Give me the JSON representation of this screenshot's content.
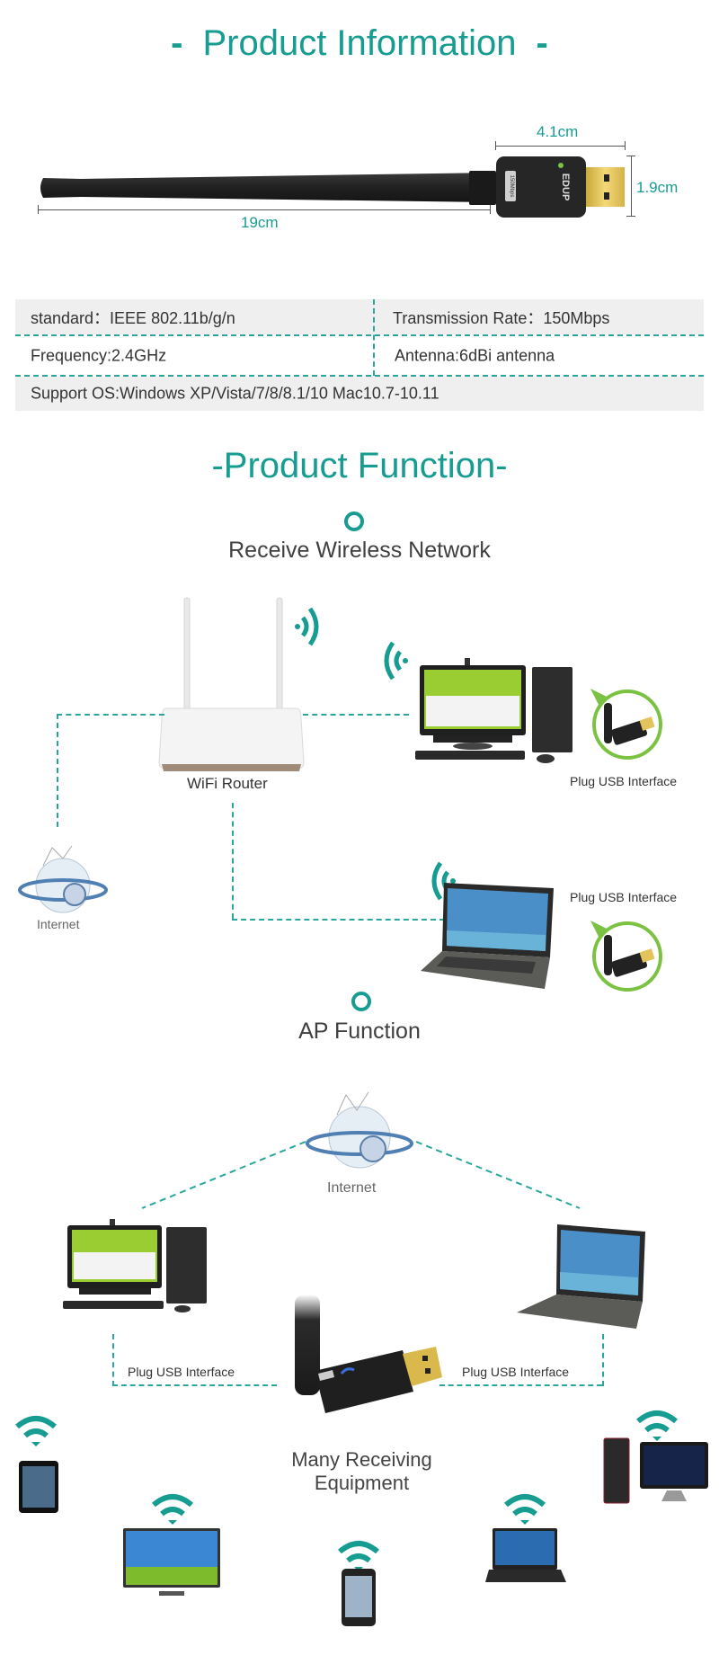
{
  "product_info": {
    "title": "Product Information",
    "title_dash": "-",
    "dimensions": {
      "length": "19cm",
      "dongle_width": "4.1cm",
      "dongle_height": "1.9cm"
    },
    "dongle_brand": "EDUP",
    "dongle_speed_tag": "150Mbps"
  },
  "specs": {
    "rows": [
      {
        "left": "standard：IEEE 802.11b/g/n",
        "right": "Transmission Rate：150Mbps"
      },
      {
        "left": "Frequency:2.4GHz",
        "right": "Antenna:6dBi antenna"
      },
      {
        "full": "Support OS:Windows XP/Vista/7/8/8.1/10  Mac10.7-10.11"
      }
    ]
  },
  "product_function": {
    "title": "-Product Function-",
    "receive": {
      "title": "Receive Wireless Network",
      "router_label": "WiFi Router",
      "internet_label": "Internet",
      "desktop_usb_label": "Plug USB Interface",
      "laptop_usb_label": "Plug USB Interface"
    },
    "ap": {
      "title": "AP Function",
      "internet_label": "Internet",
      "left_usb_label": "Plug USB Interface",
      "right_usb_label": "Plug USB Interface",
      "center_label_line1": "Many Receiving",
      "center_label_line2": "Equipment",
      "devices": [
        "tablet",
        "tv",
        "smartphone",
        "laptop",
        "desktop"
      ]
    }
  },
  "colors": {
    "accent": "#169c91",
    "dashed": "#2aa79c",
    "callout_green": "#7cc242",
    "row_gray": "#efefef"
  }
}
